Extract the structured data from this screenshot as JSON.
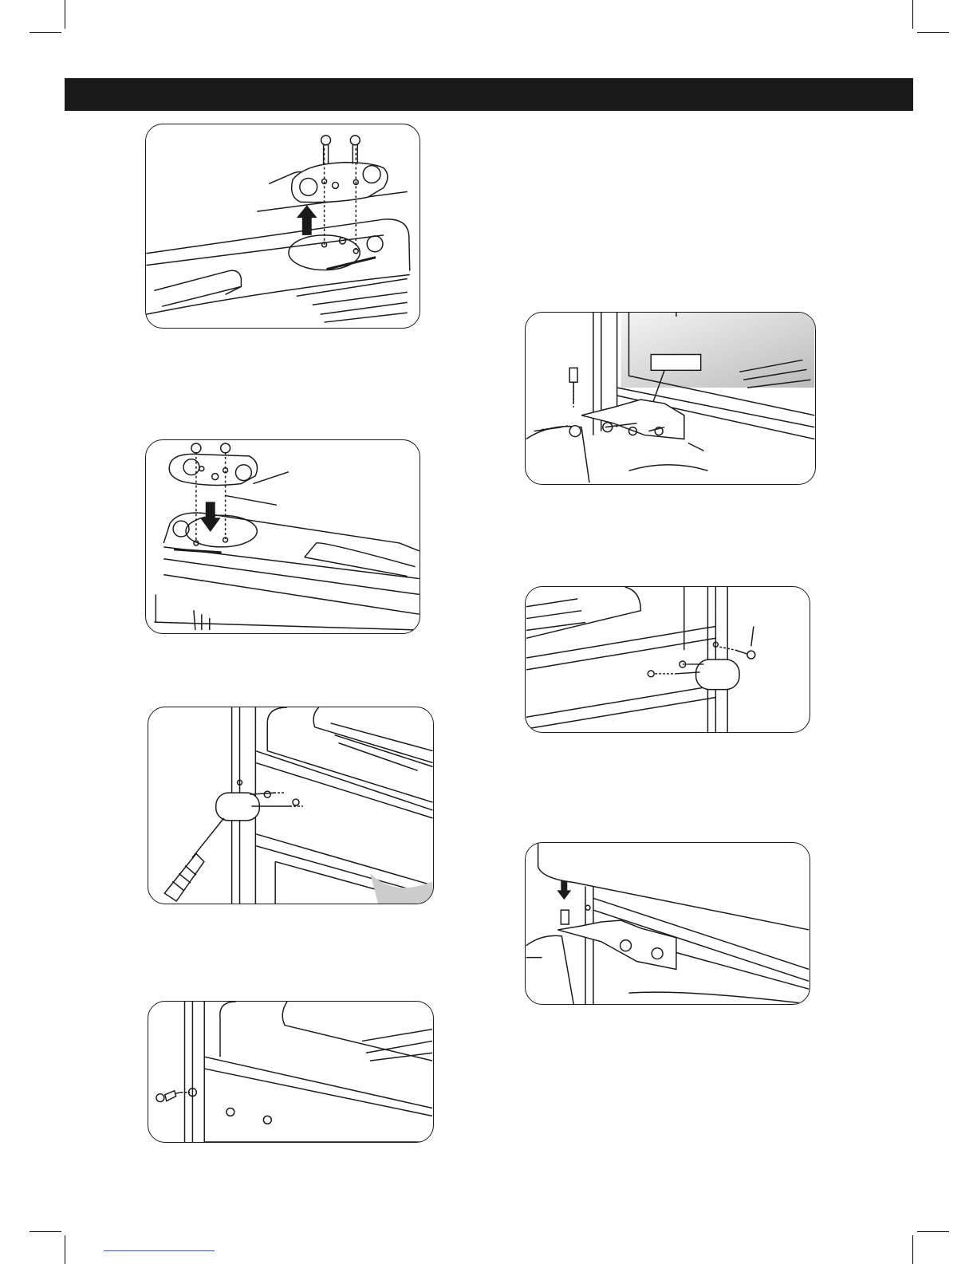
{
  "page": {
    "header_bar": {
      "color": "#1a1a1a",
      "text": ""
    },
    "footer_link": {
      "color": "#3a4fd8",
      "text": ""
    }
  },
  "figures": [
    {
      "id": "fig-top-hinge-remove",
      "arrow": "up"
    },
    {
      "id": "fig-top-hinge-install",
      "arrow": "down"
    },
    {
      "id": "fig-hinge-cover-remove"
    },
    {
      "id": "fig-screw-insert"
    },
    {
      "id": "fig-bottom-hinge-bracket"
    },
    {
      "id": "fig-hinge-cover-attach"
    },
    {
      "id": "fig-bottom-hinge-pin",
      "arrow": "down"
    }
  ]
}
